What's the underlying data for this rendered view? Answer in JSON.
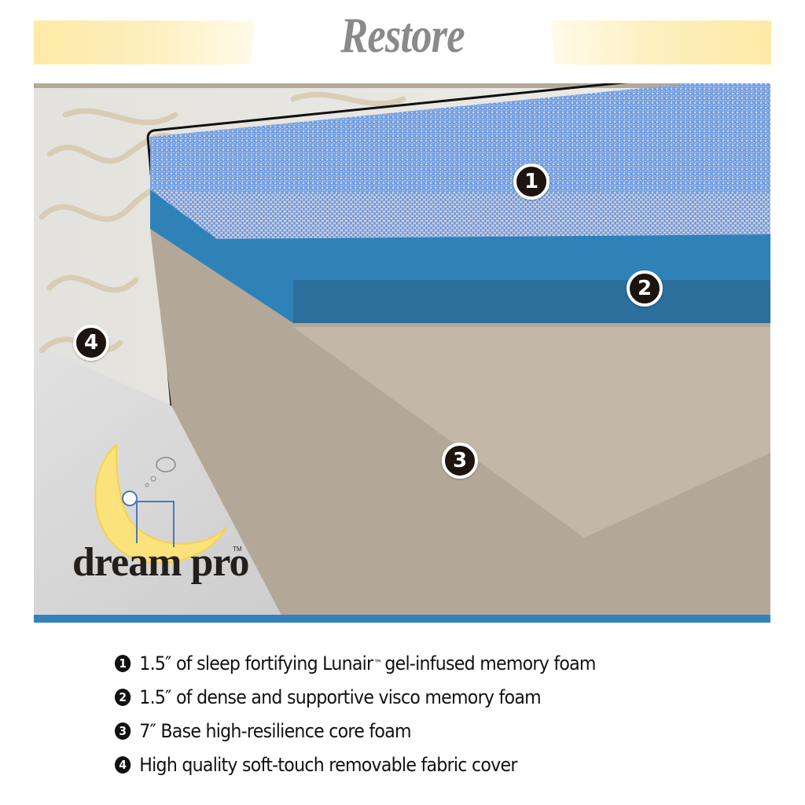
{
  "header": {
    "title": "Restore",
    "band_color": "#fdeaa6",
    "title_color": "#8a8a8a"
  },
  "diagram": {
    "layers": [
      {
        "number": "1",
        "name": "gel-infused memory foam layer",
        "color": "#6f9ee0"
      },
      {
        "number": "2",
        "name": "visco memory foam layer",
        "color": "#2f82b8"
      },
      {
        "number": "3",
        "name": "base core foam layer",
        "color": "#c2b7a6"
      },
      {
        "number": "4",
        "name": "fabric cover",
        "color": "#e6e4df"
      }
    ],
    "accent_bar_color": "#3382bb"
  },
  "logo": {
    "brand": "dream pro",
    "tm": "TM"
  },
  "legend": {
    "items": [
      {
        "num": "1",
        "text_before": "1.5″ of sleep fortifying Lunair",
        "tm": "™",
        "text_after": "gel-infused memory foam"
      },
      {
        "num": "2",
        "text_before": "1.5″ of dense and supportive visco memory foam",
        "tm": "",
        "text_after": ""
      },
      {
        "num": "3",
        "text_before": "7″ Base high-resilience core foam",
        "tm": "",
        "text_after": ""
      },
      {
        "num": "4",
        "text_before": "High quality soft-touch removable fabric cover",
        "tm": "",
        "text_after": ""
      }
    ]
  }
}
